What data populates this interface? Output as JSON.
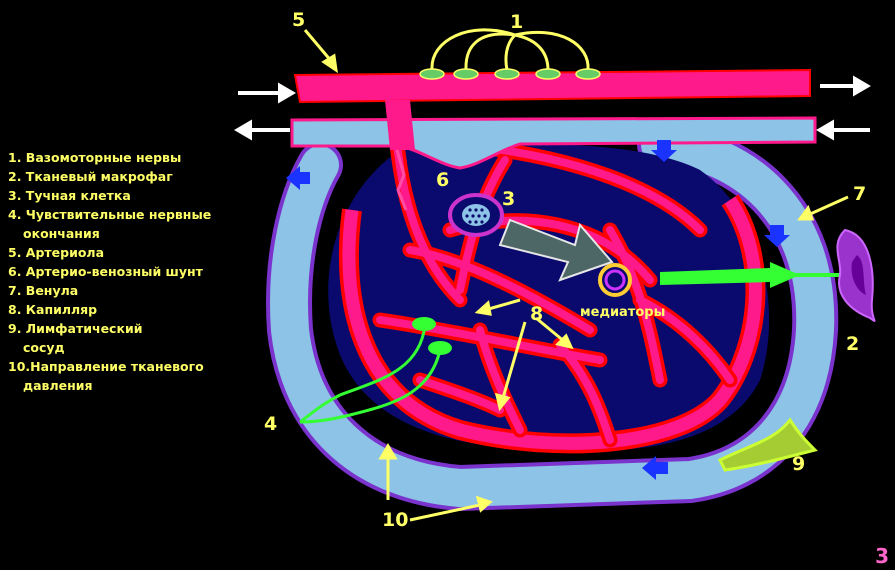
{
  "labels": {
    "n1": "1",
    "n2": "2",
    "n3": "3",
    "n4": "4",
    "n5": "5",
    "n6": "6",
    "n7": "7",
    "n8": "8",
    "n9": "9",
    "n10": "10",
    "mediators": "медиаторы"
  },
  "legend": [
    "1. Вазомоторные нервы",
    "2. Тканевый макрофаг",
    "3. Тучная клетка",
    "4. Чувствительные нервные",
    "окончания",
    "5. Артериола",
    "6. Артерио-венозный шунт",
    "7. Венула",
    "8. Капилляр",
    "9. Лимфатический",
    "сосуд",
    "10.Направление тканевого",
    "давления"
  ],
  "slide_number": "3",
  "colors": {
    "background": "#000000",
    "tissue": "#0a0a6e",
    "arteriole": "#ff1a8c",
    "venule": "#8cc3e6",
    "outline": "#ff0000",
    "nerve": "#ffff66",
    "sensory": "#33ff33",
    "lymph": "#ccff33",
    "macrophage": "#cc33cc",
    "label": "#ffff66"
  }
}
